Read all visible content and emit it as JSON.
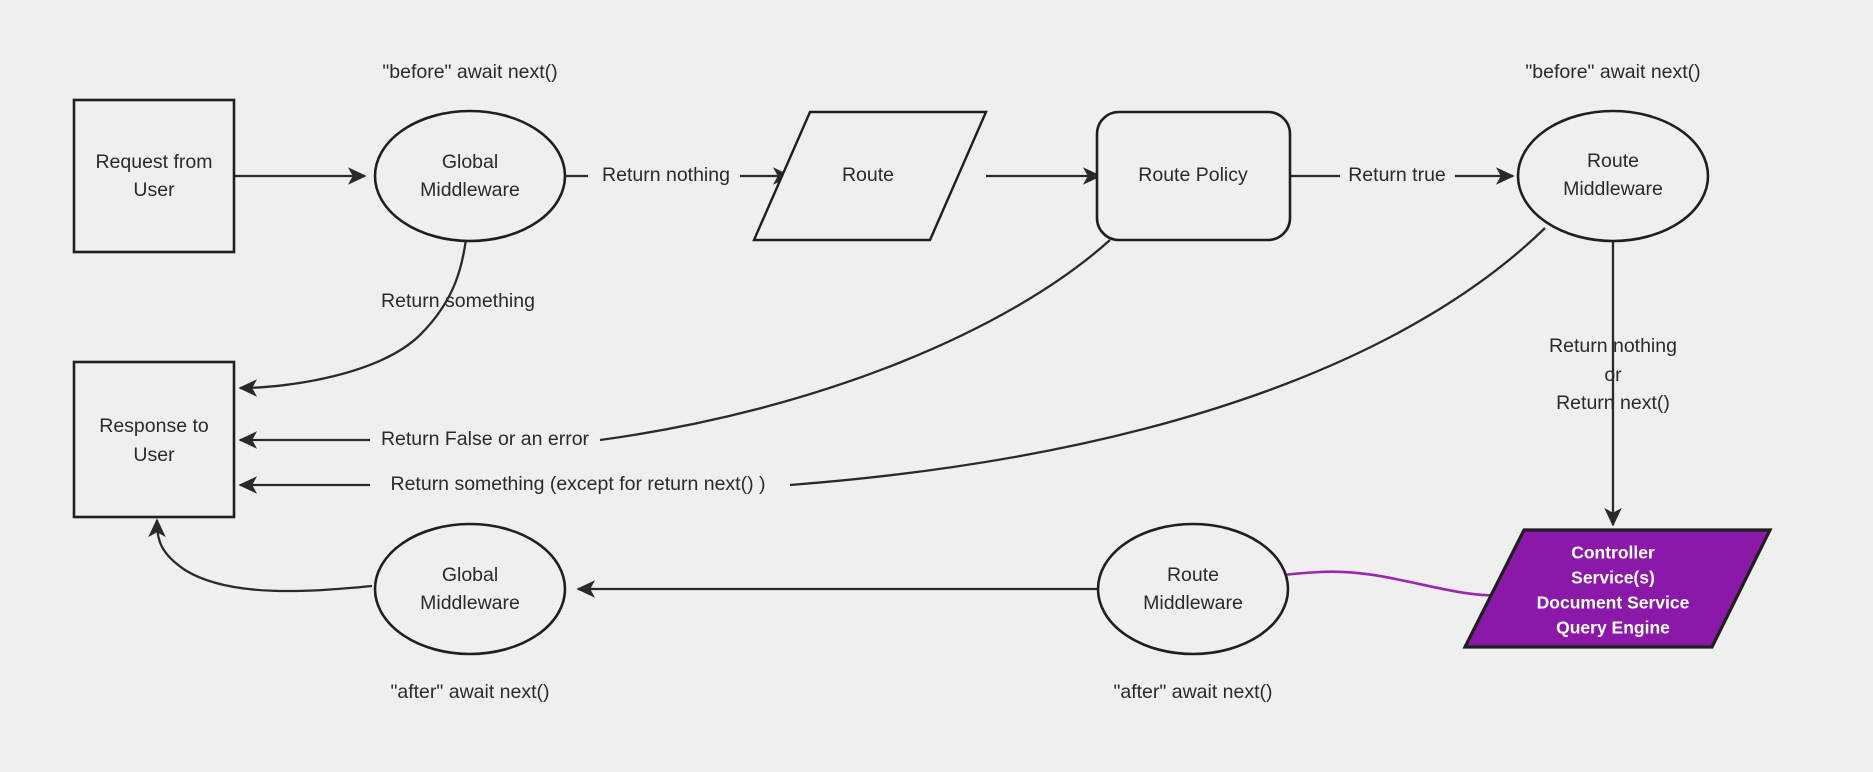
{
  "diagram": {
    "title": "Request / Middleware lifecycle flow",
    "background_color": "#efefef",
    "line_color": "#2a2a2a",
    "accent_color": "#8b18a8",
    "purple_edge_color": "#9c27b0"
  },
  "nodes": {
    "request_from_user": {
      "line1": "Request from",
      "line2": "User",
      "shape": "rectangle"
    },
    "global_middleware_top": {
      "line1": "Global",
      "line2": "Middleware",
      "shape": "ellipse"
    },
    "route": {
      "line1": "Route",
      "shape": "parallelogram"
    },
    "route_policy": {
      "line1": "Route Policy",
      "shape": "rounded-rectangle"
    },
    "route_middleware_top": {
      "line1": "Route",
      "line2": "Middleware",
      "shape": "ellipse"
    },
    "response_to_user": {
      "line1": "Response to",
      "line2": "User",
      "shape": "rectangle"
    },
    "global_middleware_bottom": {
      "line1": "Global",
      "line2": "Middleware",
      "shape": "ellipse"
    },
    "route_middleware_bottom": {
      "line1": "Route",
      "line2": "Middleware",
      "shape": "ellipse"
    },
    "controller": {
      "line1": "Controller",
      "line2": "Service(s)",
      "line3": "Document Service",
      "line4": "Query Engine",
      "shape": "parallelogram",
      "fill": "#8b18a8",
      "text_color": "#ffffff"
    }
  },
  "annotations": {
    "before_global": "\"before\" await next()",
    "before_route_mw": "\"before\" await next()",
    "after_global": "\"after\" await next()",
    "after_route_mw": "\"after\" await next()"
  },
  "edge_labels": {
    "return_nothing": "Return nothing",
    "return_true": "Return true",
    "return_something": "Return something",
    "return_false_or_error": "Return False or an error",
    "return_something_except": "Return something (except for return next() )",
    "return_nothing_or_next_1": "Return nothing",
    "return_nothing_or_next_2": "or",
    "return_nothing_or_next_3": "Return next()"
  }
}
